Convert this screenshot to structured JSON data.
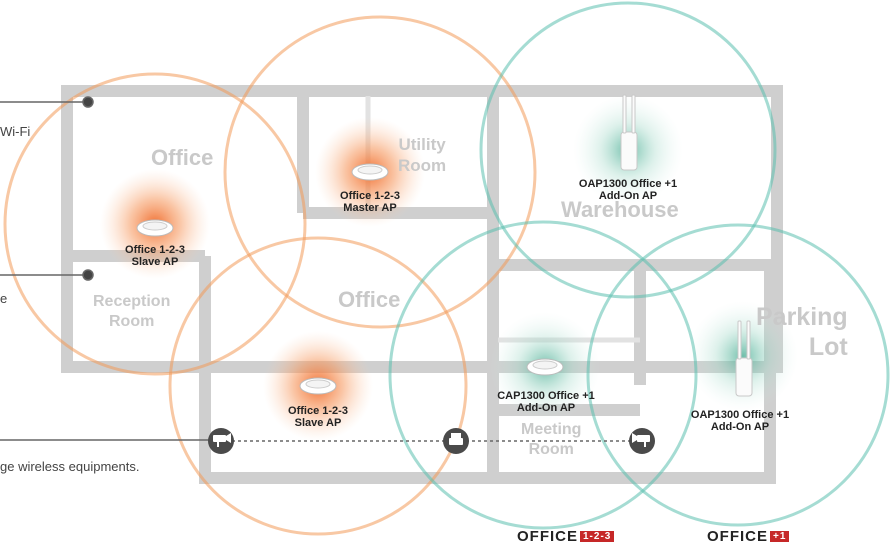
{
  "colors": {
    "orange": "#f39a5a",
    "teal": "#5bbfae",
    "wall": "#cfcfcf",
    "line": "#666666"
  },
  "side_text": {
    "wifi": "Wi-Fi",
    "middle": "e",
    "bottom": "ge wireless equipments."
  },
  "rooms": {
    "office_top": "Office",
    "utility": "Utility\nRoom",
    "warehouse": "Warehouse",
    "reception": "Reception\nRoom",
    "office_mid": "Office",
    "parking": "Parking\nLot",
    "meeting": "Meeting\nRoom"
  },
  "devices": {
    "slave_left": "Office 1-2-3\nSlave AP",
    "master": "Office 1-2-3\nMaster AP",
    "slave_mid": "Office 1-2-3\nSlave AP",
    "oap_top": "OAP1300 Office +1\nAdd-On AP",
    "cap_meeting": "CAP1300 Office +1\nAdd-On AP",
    "oap_right": "OAP1300 Office +1\nAdd-On AP"
  },
  "logos": {
    "left_word": "OFFICE",
    "left_badge": "1-2-3",
    "right_word": "OFFICE",
    "right_badge": "+1"
  }
}
